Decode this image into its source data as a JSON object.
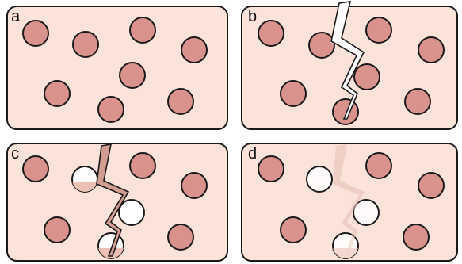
{
  "panels": [
    {
      "label": "a"
    },
    {
      "label": "b"
    },
    {
      "label": "c"
    },
    {
      "label": "d"
    }
  ],
  "colors": {
    "background": "#fbe3da",
    "particle": "#d9928c",
    "outline": "#1a1a1a",
    "crack_fill_c": "#d6a093",
    "crack_fill_d": "#f2d3c9"
  }
}
